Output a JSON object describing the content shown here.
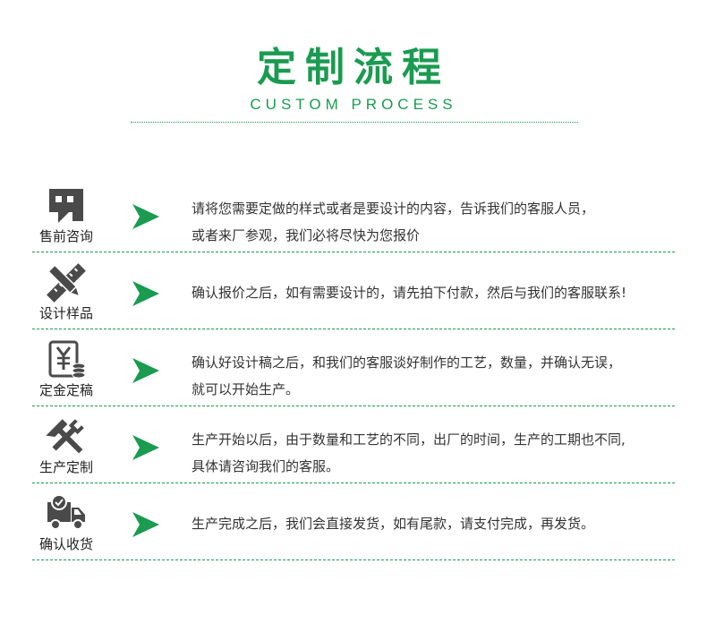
{
  "header": {
    "title": "定制流程",
    "subtitle": "CUSTOM PROCESS"
  },
  "colors": {
    "accent": "#1a9b50",
    "icon": "#4a4a4a",
    "text": "#333333"
  },
  "steps": [
    {
      "icon": "chat-bubble-icon",
      "label": "售前咨询",
      "lines": [
        "请将您需要定做的样式或者是要设计的内容，告诉我们的客服人员，",
        "或者来厂参观，我们必将尽快为您报价"
      ]
    },
    {
      "icon": "pencil-ruler-icon",
      "label": "设计样品",
      "lines": [
        "确认报价之后，如有需要设计的，请先拍下付款，然后与我们的客服联系!"
      ]
    },
    {
      "icon": "yen-document-icon",
      "label": "定金定稿",
      "lines": [
        "确认好设计稿之后，和我们的客服谈好制作的工艺，数量，并确认无误，",
        "就可以开始生产。"
      ]
    },
    {
      "icon": "hammer-wrench-icon",
      "label": "生产定制",
      "lines": [
        "生产开始以后，由于数量和工艺的不同，出厂的时间，生产的工期也不同,",
        "具体请咨询我们的客服。"
      ]
    },
    {
      "icon": "delivery-truck-icon",
      "label": "确认收货",
      "lines": [
        "生产完成之后，我们会直接发货，如有尾款，请支付完成，再发货。"
      ]
    }
  ]
}
